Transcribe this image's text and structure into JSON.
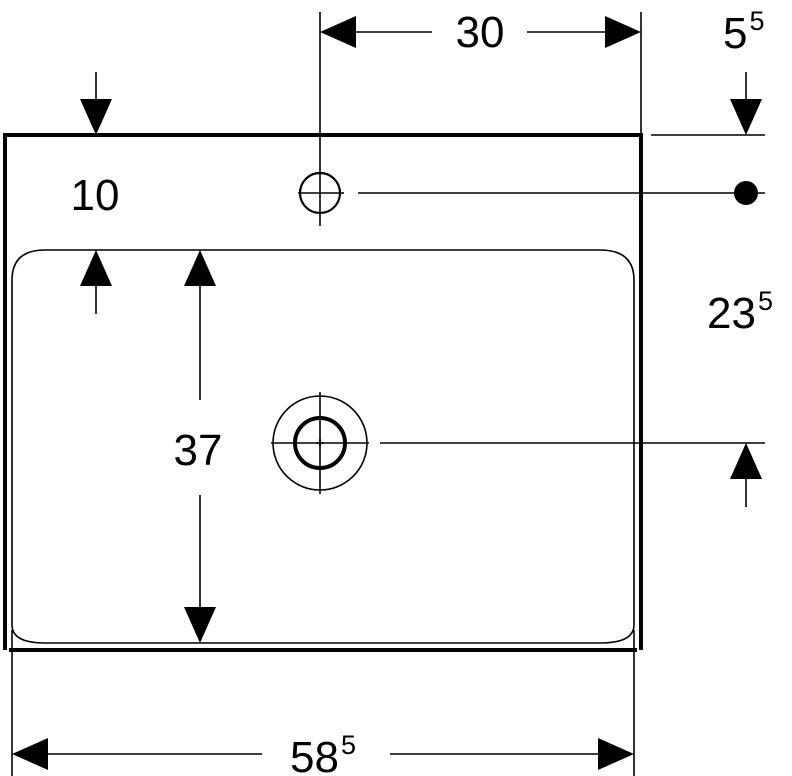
{
  "dimensions": {
    "tap_hole_offset": {
      "main": "30",
      "sup": ""
    },
    "rim_to_tap": {
      "main": "5",
      "sup": "5"
    },
    "rim_depth": {
      "main": "10",
      "sup": ""
    },
    "tap_to_drain": {
      "main": "23",
      "sup": "5"
    },
    "bowl_depth": {
      "main": "37",
      "sup": ""
    },
    "overall_width": {
      "main": "58",
      "sup": "5"
    }
  }
}
